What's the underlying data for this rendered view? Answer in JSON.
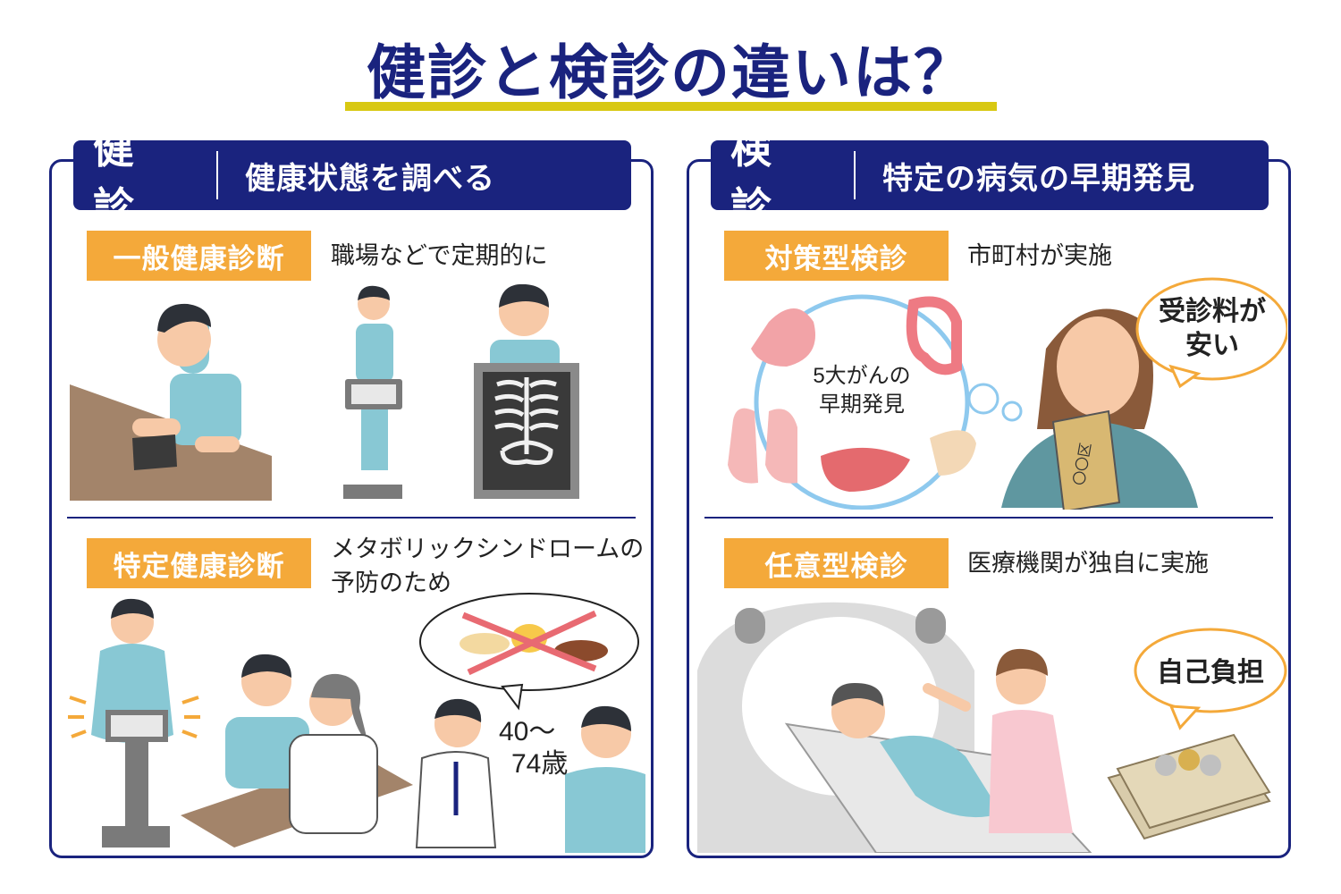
{
  "title": "健診と検診の違いは？",
  "left": {
    "header_main": "健 診",
    "header_sub": "健康状態を調べる",
    "section1": {
      "tag": "一般健康診断",
      "desc": "職場などで定期的に"
    },
    "section2": {
      "tag": "特定健康診断",
      "desc_line1": "メタボリックシンドロームの",
      "desc_line2": "予防のため",
      "age_line1": "40〜",
      "age_line2": "74歳"
    }
  },
  "right": {
    "header_main": "検 診",
    "header_sub": "特定の病気の早期発見",
    "section1": {
      "tag": "対策型検診",
      "desc": "市町村が実施",
      "circle_line1": "5大がんの",
      "circle_line2": "早期発見",
      "bubble_line1": "受診料が",
      "bubble_line2": "安い",
      "envelope_text": "〇〇区"
    },
    "section2": {
      "tag": "任意型検診",
      "desc": "医療機関が独自に実施",
      "bubble": "自己負担"
    }
  },
  "colors": {
    "navy": "#1a237e",
    "orange": "#f4a93a",
    "underline": "#d8c812",
    "scrub": "#88c8d4"
  }
}
